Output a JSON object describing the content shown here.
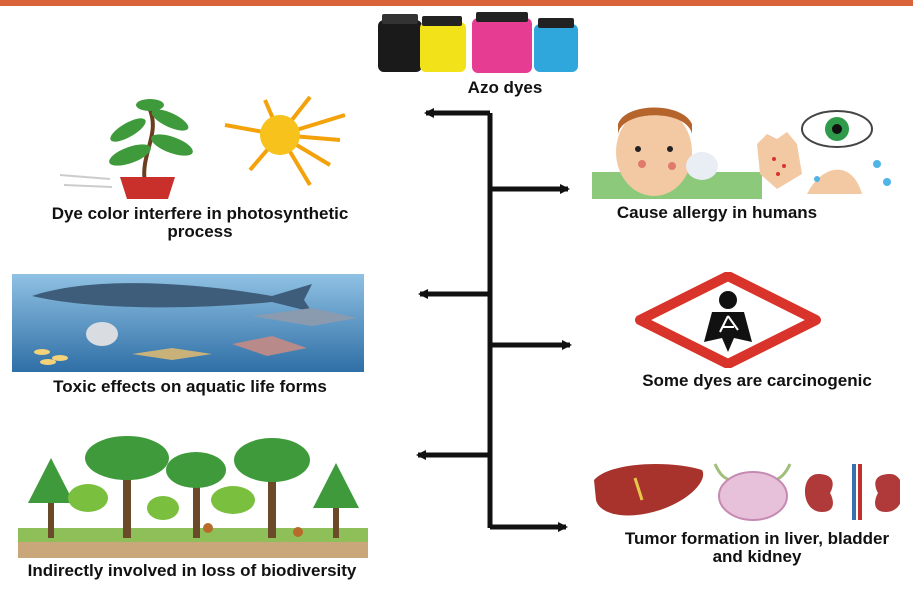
{
  "colors": {
    "top_bar": "#d9643a",
    "arrow": "#111111",
    "hazard_red": "#d9342b",
    "water": "#4f8fc2",
    "leaf": "#3e9a3a",
    "sun": "#f4a20c"
  },
  "title": "Azo dyes",
  "effects": {
    "photosynthesis": "Dye color interfere in photosynthetic process",
    "allergy": "Cause allergy in humans",
    "aquatic": "Toxic effects on aquatic life forms",
    "carcinogenic": "Some dyes are carcinogenic",
    "biodiversity": "Indirectly involved in loss of biodiversity",
    "tumor": "Tumor formation in liver, bladder and kidney"
  },
  "icons": {
    "dyes": "dye-bottles-icon",
    "plant": "potted-plant-sun-icon",
    "allergy": "allergy-face-hand-eye-icon",
    "ocean": "ocean-fish-icon",
    "hazard": "health-hazard-icon",
    "forest": "forest-icon",
    "organs": "liver-bladder-kidney-icon"
  }
}
